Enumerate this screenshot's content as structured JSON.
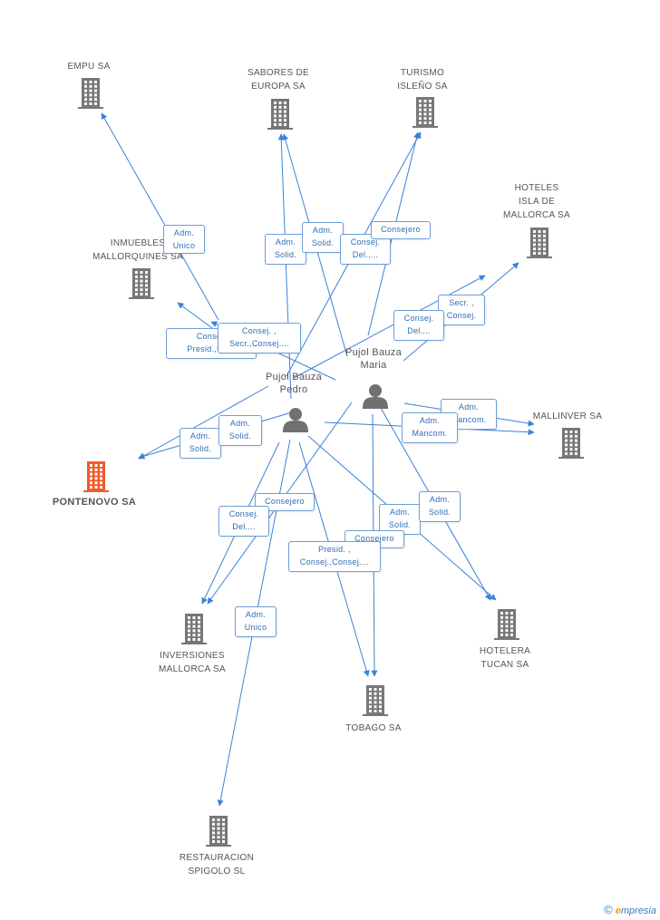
{
  "colors": {
    "edge": "#3a82d8",
    "building": "#777777",
    "focus_building": "#f15a2a",
    "person": "#707070",
    "role_border": "#6d9fd6",
    "role_text": "#2f6db5"
  },
  "companies": [
    {
      "id": "empu",
      "label": "EMPU SA",
      "icon": "building-icon"
    },
    {
      "id": "sabores",
      "label": "SABORES DE\nEUROPA SA",
      "icon": "building-icon"
    },
    {
      "id": "turismo",
      "label": "TURISMO\nISLEÑO SA",
      "icon": "building-icon"
    },
    {
      "id": "hoteles",
      "label": "HOTELES\nISLA DE\nMALLORCA SA",
      "icon": "building-icon"
    },
    {
      "id": "inmuebles",
      "label": "INMUEBLES\nMALLORQUINES SA",
      "icon": "building-icon"
    },
    {
      "id": "mallinver",
      "label": "MALLINVER SA",
      "icon": "building-icon"
    },
    {
      "id": "pontenovo",
      "label": "PONTENOVO SA",
      "icon": "building-icon",
      "focus": true
    },
    {
      "id": "inversiones",
      "label": "INVERSIONES\nMALLORCA SA",
      "icon": "building-icon"
    },
    {
      "id": "hotelera",
      "label": "HOTELERA\nTUCAN SA",
      "icon": "building-icon"
    },
    {
      "id": "tobago",
      "label": "TOBAGO SA",
      "icon": "building-icon"
    },
    {
      "id": "restauracion",
      "label": "RESTAURACION\nSPIGOLO SL",
      "icon": "building-icon"
    }
  ],
  "persons": [
    {
      "id": "pedro",
      "label": "Pujol Bauza\nPedro",
      "icon": "person-icon"
    },
    {
      "id": "maria",
      "label": "Pujol Bauza\nMaria",
      "icon": "person-icon"
    }
  ],
  "roles": [
    {
      "id": "r1",
      "text": "Adm.\nUnico"
    },
    {
      "id": "r2",
      "text": "Adm.\nSolid."
    },
    {
      "id": "r3",
      "text": "Adm.\nSolid."
    },
    {
      "id": "r4",
      "text": "Consej.\nDel.,..."
    },
    {
      "id": "r5",
      "text": "Consejero"
    },
    {
      "id": "r6",
      "text": "Secr. ,\nConsej."
    },
    {
      "id": "r7",
      "text": "Consej.\nDel...."
    },
    {
      "id": "r8",
      "text": "Consej.\nPresid.,Co..."
    },
    {
      "id": "r9",
      "text": "Consej. ,\nSecr.,Consej...."
    },
    {
      "id": "r10",
      "text": "Adm.\nMancom."
    },
    {
      "id": "r11",
      "text": "Adm.\nMancom."
    },
    {
      "id": "r12",
      "text": "Adm.\nSolid."
    },
    {
      "id": "r13",
      "text": "Adm.\nSolid."
    },
    {
      "id": "r14",
      "text": "Consejero"
    },
    {
      "id": "r15",
      "text": "Consej.\nDel...."
    },
    {
      "id": "r16",
      "text": "Adm.\nSolid."
    },
    {
      "id": "r17",
      "text": "Adm.\nSolid."
    },
    {
      "id": "r18",
      "text": "Consejero"
    },
    {
      "id": "r19",
      "text": "Presid. ,\nConsej.,Consej...."
    },
    {
      "id": "r20",
      "text": "Adm.\nUnico"
    }
  ],
  "brand": {
    "copyright": "©",
    "e": "e",
    "name": "mpresia"
  }
}
